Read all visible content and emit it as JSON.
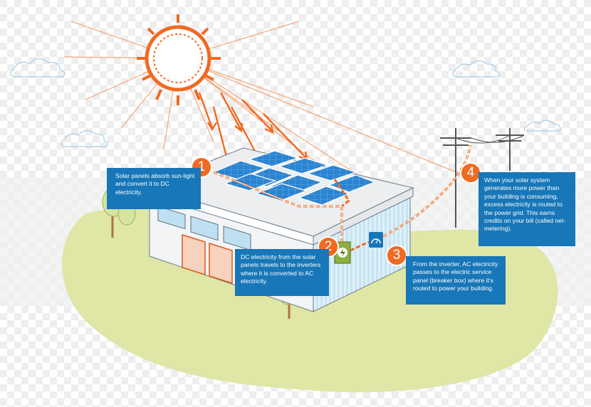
{
  "steps": [
    {
      "number": "1",
      "text": "Solar panels absorb sun-light and convert it to DC electricity."
    },
    {
      "number": "2",
      "text": "DC electricity from the solar panels travels to the inverters where it is converted to AC electricity."
    },
    {
      "number": "3",
      "text": "From the inverter, AC electricity passes to the electric service panel (breaker box) where it's routed to power your building."
    },
    {
      "number": "4",
      "text": "When your solar system generates more power than your building is consuming, excess electricity is routed to the power grid. This earns credits on your bill (called net-metering)."
    }
  ],
  "colors": {
    "accent_orange": "#f06a22",
    "callout_blue": "#1777b8",
    "panel_blue": "#1f78c8",
    "grass": "#dfe6a6",
    "wall": "#f2f4f6"
  },
  "icons": [
    "sun-icon",
    "inverter-bolt-icon",
    "service-panel-icon",
    "power-pole-icon",
    "tree-icon",
    "cloud-icon"
  ]
}
